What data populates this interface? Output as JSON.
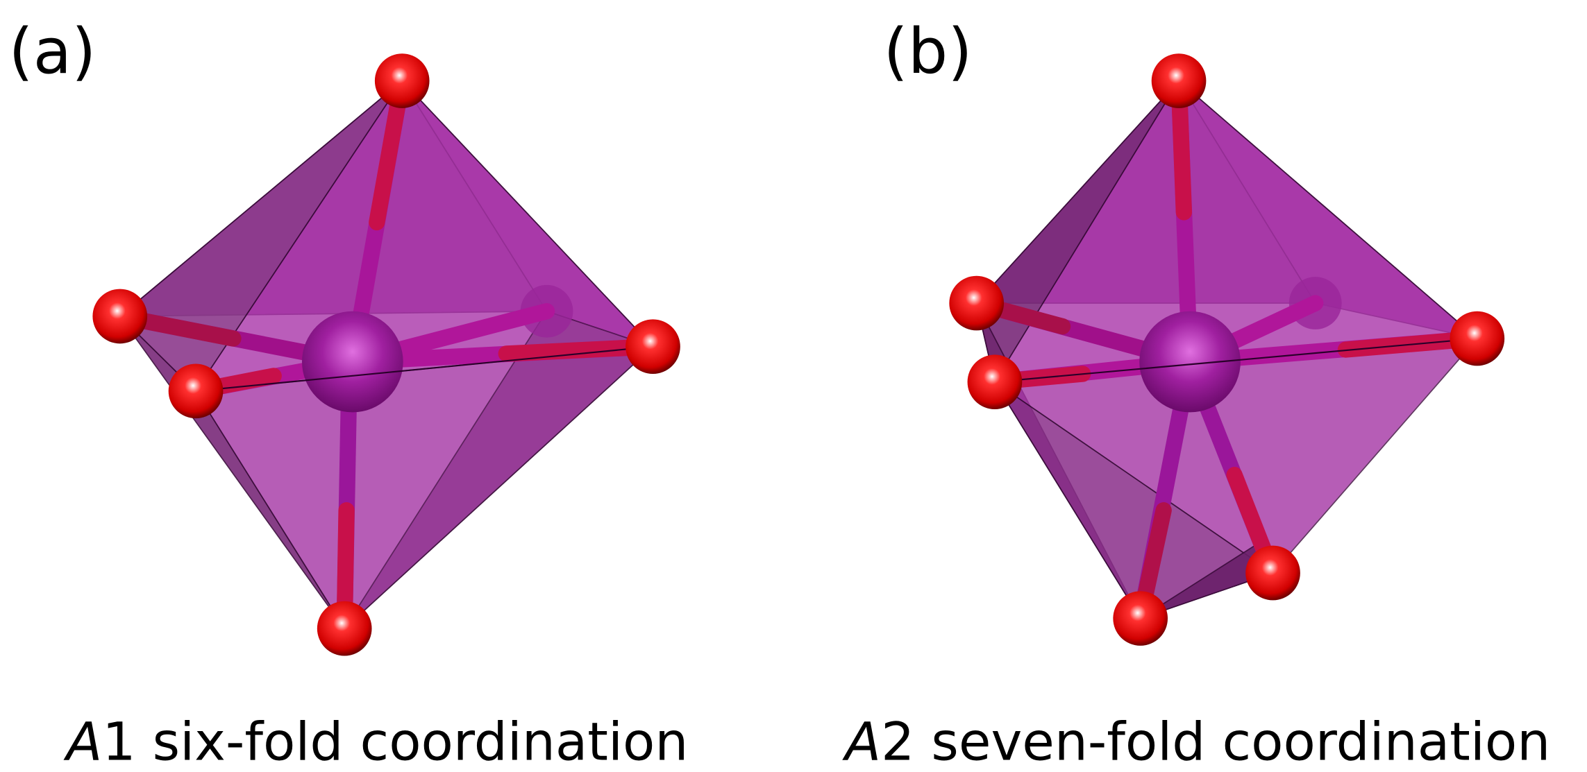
{
  "panels": [
    {
      "tag": "(a)",
      "caption_site": "A",
      "caption_rest": "1 six-fold coordination",
      "coordination": 6
    },
    {
      "tag": "(b)",
      "caption_site": "A",
      "caption_rest": "2 seven-fold coordination",
      "coordination": 7
    }
  ],
  "colors": {
    "polyhedron": "#a42fa6",
    "cation": "#9a1a9a",
    "oxygen": "#e00000",
    "bond_red": "#c8104a"
  }
}
